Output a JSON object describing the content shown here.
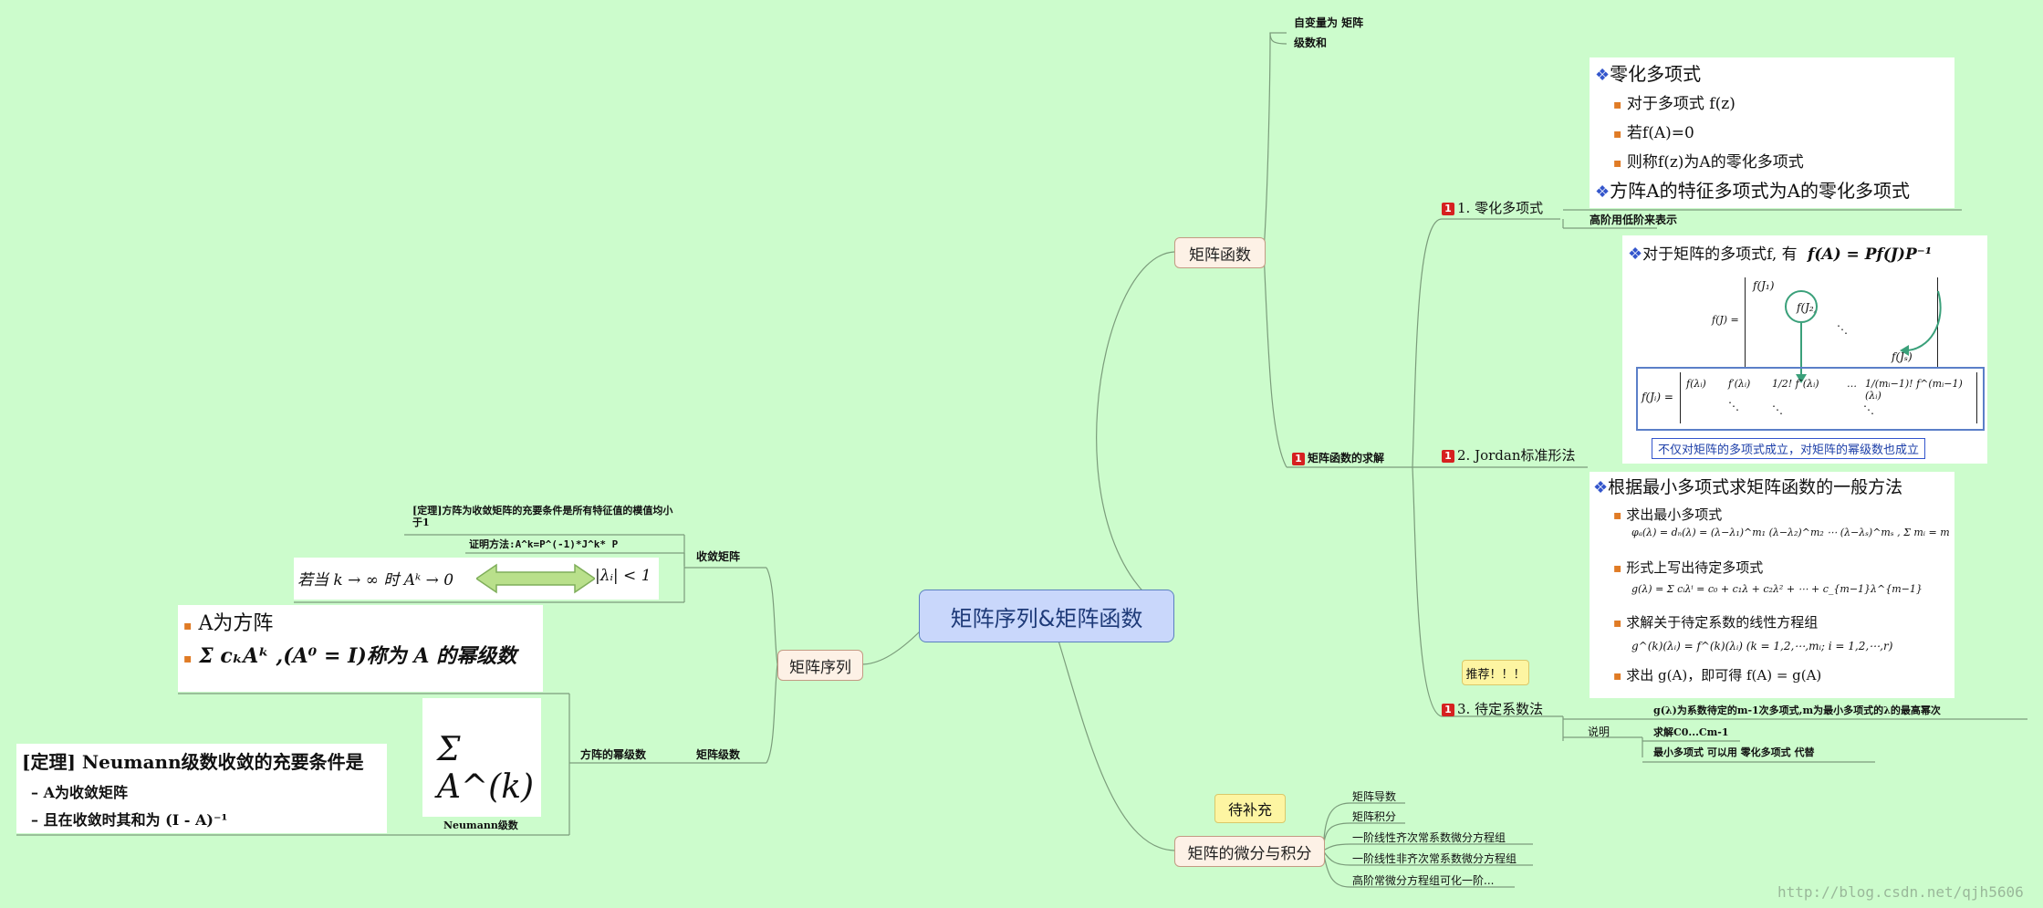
{
  "root": {
    "title": "矩阵序列&矩阵函数"
  },
  "nodes": {
    "matrix_function": "矩阵函数",
    "matrix_sequence": "矩阵序列",
    "calculus": "矩阵的微分与积分"
  },
  "mf_top": {
    "a": "自变量为 矩阵",
    "b": "级数和"
  },
  "mf_solve": {
    "label": "矩阵函数的求解"
  },
  "zero_poly": {
    "label": "1. 零化多项式",
    "sub": "高阶用低阶来表示",
    "card": {
      "h1": "零化多项式",
      "b1": "对于多项式 f(z)",
      "b2": "若f(A)=0",
      "b3": "则称f(z)为A的零化多项式",
      "h2": "方阵A的特征多项式为A的零化多项式"
    }
  },
  "jordan": {
    "label": "2. Jordan标准形法",
    "card": {
      "intro": "对于矩阵的多项式f, 有",
      "formula": "f(A) = Pf(J)P⁻¹",
      "fj_label": "f(J) =",
      "fj_entries": [
        "f(J₁)",
        "f(J₂)",
        "f(Jₛ)"
      ],
      "fji_label": "f(Jᵢ) =",
      "fji_row": [
        "f(λᵢ)",
        "f′(λᵢ)",
        "1/2! f″(λᵢ)",
        "…",
        "1/(mᵢ−1)! f^(mᵢ−1)(λᵢ)"
      ],
      "note": "不仅对矩阵的多项式成立，对矩阵的幂级数也成立"
    }
  },
  "undetermined": {
    "label": "3. 待定系数法",
    "tag": "推荐！！！",
    "card": {
      "h1": "根据最小多项式求矩阵函数的一般方法",
      "b1": "求出最小多项式",
      "f1": "φₐ(λ) = dₙ(λ) = (λ−λ₁)^m₁ (λ−λ₂)^m₂ ⋯ (λ−λₛ)^mₛ , Σ mᵢ = m",
      "b2": "形式上写出待定多项式",
      "f2": "g(λ) = Σ cᵢλⁱ = c₀ + c₁λ + c₂λ² + ⋯ + c_{m−1}λ^{m−1}",
      "b3": "求解关于待定系数的线性方程组",
      "f3": "g^(k)(λᵢ) = f^(k)(λᵢ)    (k = 1,2,⋯,mᵢ; i = 1,2,⋯,r)",
      "b4": "求出 g(A)，即可得 f(A) = g(A)"
    },
    "desc": "g(λ)为系数待定的m-1次多项式,m为最小多项式的λ的最高幂次",
    "explain_label": "说明",
    "explain": [
      "求解C0...Cm-1",
      "最小多项式 可以用 零化多项式 代替"
    ]
  },
  "calc_children": {
    "tag": "待补充",
    "items": [
      "矩阵导数",
      "矩阵积分",
      "一阶线性齐次常系数微分方程组",
      "一阶线性非齐次常系数微分方程组",
      "高阶常微分方程组可化一阶..."
    ]
  },
  "convergent": {
    "label": "收敛矩阵",
    "theorem": "[定理]方阵为收敛矩阵的充要条件是所有特征值的模值均小于1",
    "proof": "证明方法:A^k=P^(-1)*J^k* P",
    "cond_left": "若当 k → ∞ 时 Aᵏ → 0",
    "cond_right": "|λᵢ| < 1"
  },
  "matrix_series": {
    "label": "矩阵级数",
    "power_label": "方阵的幂级数",
    "power_card": {
      "b1": "A为方阵",
      "b2": "Σ cₖAᵏ ,(A⁰ = I)称为 A 的幂级数"
    },
    "neumann_sum": "Σ A^(k)",
    "neumann_label": "Neumann级数",
    "neumann_theorem": {
      "h": "[定理] Neumann级数收敛的充要条件是",
      "b1": "A为收敛矩阵",
      "b2": "且在收敛时其和为 (I - A)⁻¹"
    }
  },
  "watermark": "http://blog.csdn.net/qjh5606"
}
